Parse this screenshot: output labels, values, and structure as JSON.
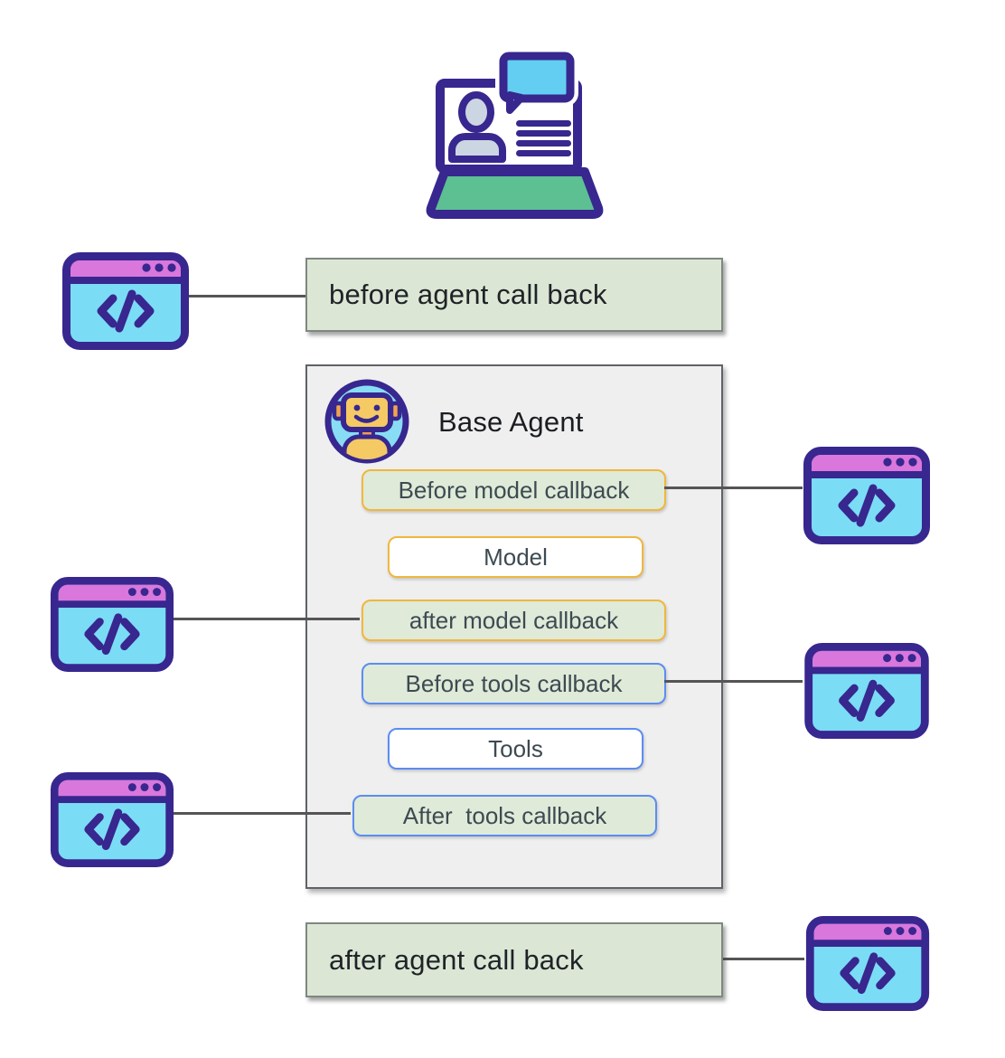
{
  "diagram": {
    "title": "Base Agent",
    "outer_callbacks": {
      "before_agent_label": "before agent call back",
      "after_agent_label": "after agent call back"
    },
    "inner_items": [
      {
        "label": "Before model callback",
        "fill": "green",
        "border": "yellow"
      },
      {
        "label": "Model",
        "fill": "white",
        "border": "yellow"
      },
      {
        "label": "after model callback",
        "fill": "green",
        "border": "yellow"
      },
      {
        "label": "Before tools callback",
        "fill": "green",
        "border": "blue"
      },
      {
        "label": "Tools",
        "fill": "white",
        "border": "blue"
      },
      {
        "label": "After  tools callback",
        "fill": "green",
        "border": "blue"
      }
    ],
    "icons": {
      "top": "laptop-user-chat-icon",
      "agent": "robot-agent-icon",
      "callback_handlers": "code-browser-window-icon"
    },
    "colors": {
      "indigo_outline": "#37278f",
      "cyan_window": "#7bdcf6",
      "pink_titlebar": "#d977dc",
      "chat_bubble_cyan": "#63cef2",
      "laptop_base_green": "#5cc092",
      "person_gray_blue": "#ccd5e2",
      "robot_face_tan": "#f5c964",
      "robot_neck_orange": "#ef9b57",
      "outer_box_green": "#dbe7d4",
      "inner_box_green": "#dfead8",
      "container_gray": "#efefef",
      "yellow_border": "#f0b73e",
      "blue_border": "#5b8df2",
      "connector_gray": "#555558",
      "slate_text": "#3d4a52"
    }
  }
}
